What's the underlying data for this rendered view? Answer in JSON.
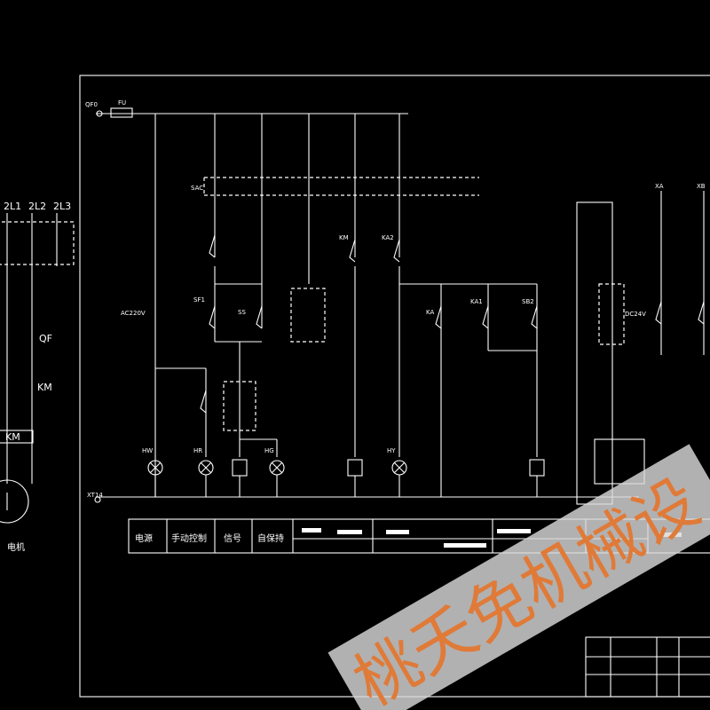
{
  "labels": {
    "qf0": "QF0",
    "fu": "FU",
    "ac220": "AC220V",
    "sac": "SAC",
    "xt4": "XT14",
    "l1": "2L1",
    "l2": "2L2",
    "l3": "2L3",
    "qf": "QF",
    "km": "KM",
    "sf1": "SF1",
    "ss": "SS",
    "sb2": "SB2",
    "ka": "KA",
    "ka1": "KA1",
    "ka2": "KA2",
    "hw": "HW",
    "hr": "HR",
    "hg": "HG",
    "hy": "HY",
    "dc24": "DC24V",
    "motor": "电机",
    "xa": "XA",
    "xb": "XB"
  },
  "table": {
    "cells": [
      "电源",
      "手动控制",
      "信号",
      "自保持"
    ]
  },
  "watermark": "桃夭免机械设"
}
